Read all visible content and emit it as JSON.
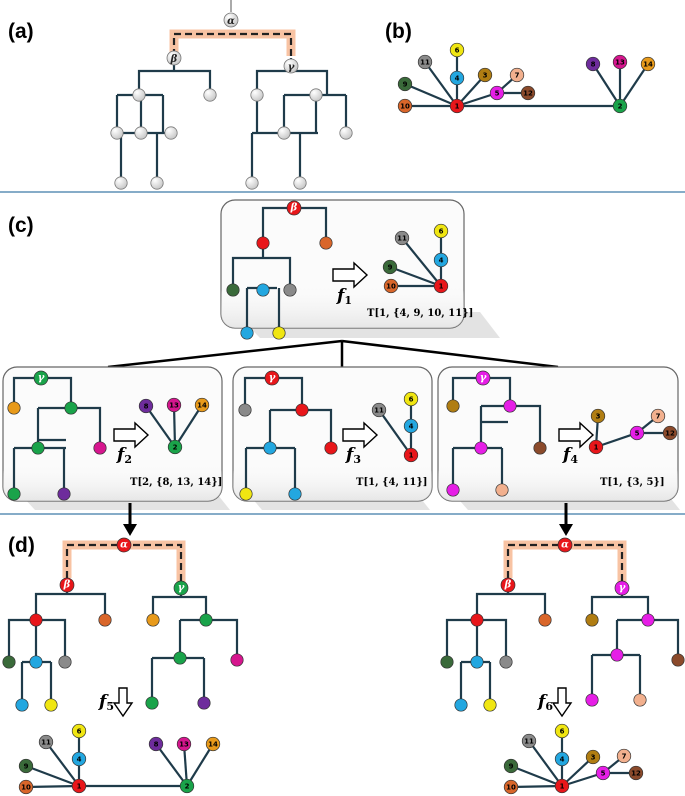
{
  "panels": {
    "a": "(a)",
    "b": "(b)",
    "c": "(c)",
    "d": "(d)"
  },
  "greek": {
    "alpha": "α",
    "beta": "β",
    "gamma": "γ"
  },
  "functions": {
    "f1": {
      "name": "f",
      "sub": "1"
    },
    "f2": {
      "name": "f",
      "sub": "2"
    },
    "f3": {
      "name": "f",
      "sub": "3"
    },
    "f4": {
      "name": "f",
      "sub": "4"
    },
    "f5": {
      "name": "f",
      "sub": "5"
    },
    "f6": {
      "name": "f",
      "sub": "6"
    }
  },
  "transforms": {
    "t1": "T[1, {4, 9, 10, 11}]",
    "t2": "T[2, {8, 13, 14}]",
    "t3": "T[1, {4, 11}]",
    "t4": "T[1, {3, 5}]"
  },
  "node_labels": [
    "1",
    "2",
    "3",
    "4",
    "5",
    "6",
    "7",
    "8",
    "9",
    "10",
    "11",
    "12",
    "13",
    "14"
  ],
  "colors": {
    "n1": "#e8161a",
    "n2": "#1aa34a",
    "n3": "#b07d12",
    "n4": "#23a7e0",
    "n5": "#e61ee6",
    "n6": "#f0e612",
    "n7": "#f2b08e",
    "n8": "#6e2c9c",
    "n9": "#3a6a3a",
    "n10": "#d9662a",
    "n11": "#8a8a8a",
    "n12": "#8b4a2b",
    "n13": "#d6168e",
    "n14": "#e89a1a",
    "edge": "#1f3b4a",
    "highlight": "#f6b48c",
    "divider": "#3f7aa6",
    "box_border": "#666666",
    "box_fill": "#fbfbfb"
  }
}
